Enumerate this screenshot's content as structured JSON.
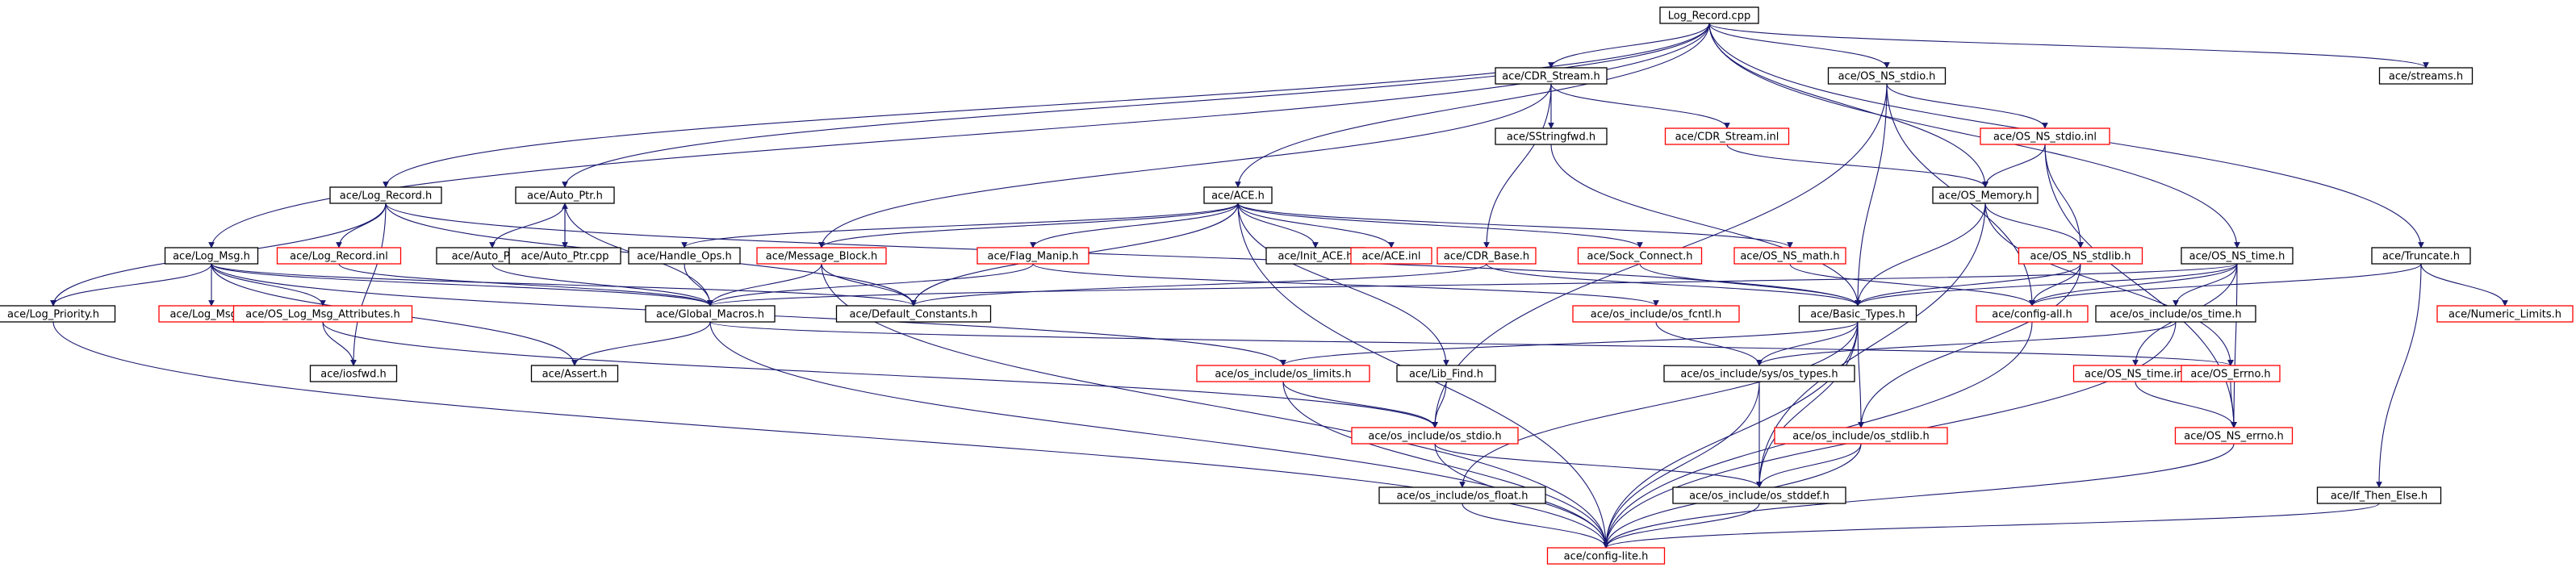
{
  "colors": {
    "edge": "#191970",
    "border_default": "#000000",
    "border_missing": "#ff0000",
    "root_fill": "#bfbfbf"
  },
  "nodes": [
    {
      "id": "root",
      "label": "Log_Record.cpp",
      "kind": "root"
    },
    {
      "id": "cdr_stream_h",
      "label": "ace/CDR_Stream.h",
      "kind": "normal"
    },
    {
      "id": "os_ns_stdio_h",
      "label": "ace/OS_NS_stdio.h",
      "kind": "normal"
    },
    {
      "id": "streams_h",
      "label": "ace/streams.h",
      "kind": "normal"
    },
    {
      "id": "sstringfwd_h",
      "label": "ace/SStringfwd.h",
      "kind": "normal"
    },
    {
      "id": "cdr_stream_inl",
      "label": "ace/CDR_Stream.inl",
      "kind": "missing"
    },
    {
      "id": "os_ns_stdio_inl",
      "label": "ace/OS_NS_stdio.inl",
      "kind": "missing"
    },
    {
      "id": "log_record_h",
      "label": "ace/Log_Record.h",
      "kind": "normal"
    },
    {
      "id": "auto_ptr_h",
      "label": "ace/Auto_Ptr.h",
      "kind": "normal"
    },
    {
      "id": "ace_h",
      "label": "ace/ACE.h",
      "kind": "normal"
    },
    {
      "id": "os_memory_h",
      "label": "ace/OS_Memory.h",
      "kind": "normal"
    },
    {
      "id": "log_msg_h",
      "label": "ace/Log_Msg.h",
      "kind": "normal"
    },
    {
      "id": "log_record_inl",
      "label": "ace/Log_Record.inl",
      "kind": "missing"
    },
    {
      "id": "auto_ptr_inl",
      "label": "ace/Auto_Ptr.inl",
      "kind": "normal"
    },
    {
      "id": "auto_ptr_cpp",
      "label": "ace/Auto_Ptr.cpp",
      "kind": "normal"
    },
    {
      "id": "handle_ops_h",
      "label": "ace/Handle_Ops.h",
      "kind": "normal"
    },
    {
      "id": "message_block_h",
      "label": "ace/Message_Block.h",
      "kind": "missing"
    },
    {
      "id": "flag_manip_h",
      "label": "ace/Flag_Manip.h",
      "kind": "missing"
    },
    {
      "id": "init_ace_h",
      "label": "ace/Init_ACE.h",
      "kind": "normal"
    },
    {
      "id": "ace_inl",
      "label": "ace/ACE.inl",
      "kind": "missing"
    },
    {
      "id": "cdr_base_h",
      "label": "ace/CDR_Base.h",
      "kind": "missing"
    },
    {
      "id": "sock_connect_h",
      "label": "ace/Sock_Connect.h",
      "kind": "missing"
    },
    {
      "id": "os_ns_math_h",
      "label": "ace/OS_NS_math.h",
      "kind": "missing"
    },
    {
      "id": "os_ns_stdlib_h",
      "label": "ace/OS_NS_stdlib.h",
      "kind": "missing"
    },
    {
      "id": "os_ns_time_h",
      "label": "ace/OS_NS_time.h",
      "kind": "normal"
    },
    {
      "id": "truncate_h",
      "label": "ace/Truncate.h",
      "kind": "normal"
    },
    {
      "id": "log_priority_h",
      "label": "ace/Log_Priority.h",
      "kind": "normal"
    },
    {
      "id": "log_msg_inl",
      "label": "ace/Log_Msg.inl",
      "kind": "missing"
    },
    {
      "id": "os_log_msg_attributes_h",
      "label": "ace/OS_Log_Msg_Attributes.h",
      "kind": "missing"
    },
    {
      "id": "global_macros_h",
      "label": "ace/Global_Macros.h",
      "kind": "normal"
    },
    {
      "id": "default_constants_h",
      "label": "ace/Default_Constants.h",
      "kind": "normal"
    },
    {
      "id": "os_include_os_fcntl_h",
      "label": "ace/os_include/os_fcntl.h",
      "kind": "missing"
    },
    {
      "id": "basic_types_h",
      "label": "ace/Basic_Types.h",
      "kind": "normal"
    },
    {
      "id": "config_all_h",
      "label": "ace/config-all.h",
      "kind": "missing"
    },
    {
      "id": "os_include_os_time_h",
      "label": "ace/os_include/os_time.h",
      "kind": "normal"
    },
    {
      "id": "numeric_limits_h",
      "label": "ace/Numeric_Limits.h",
      "kind": "missing"
    },
    {
      "id": "iosfwd_h",
      "label": "ace/iosfwd.h",
      "kind": "normal"
    },
    {
      "id": "assert_h",
      "label": "ace/Assert.h",
      "kind": "normal"
    },
    {
      "id": "os_include_os_limits_h",
      "label": "ace/os_include/os_limits.h",
      "kind": "missing"
    },
    {
      "id": "lib_find_h",
      "label": "ace/Lib_Find.h",
      "kind": "normal"
    },
    {
      "id": "os_include_sys_os_types_h",
      "label": "ace/os_include/sys/os_types.h",
      "kind": "normal"
    },
    {
      "id": "os_ns_time_inl",
      "label": "ace/OS_NS_time.inl",
      "kind": "missing"
    },
    {
      "id": "os_errno_h",
      "label": "ace/OS_Errno.h",
      "kind": "missing"
    },
    {
      "id": "os_include_os_stdio_h",
      "label": "ace/os_include/os_stdio.h",
      "kind": "missing"
    },
    {
      "id": "os_include_os_stdlib_h",
      "label": "ace/os_include/os_stdlib.h",
      "kind": "missing"
    },
    {
      "id": "os_ns_errno_h",
      "label": "ace/OS_NS_errno.h",
      "kind": "missing"
    },
    {
      "id": "os_include_os_float_h",
      "label": "ace/os_include/os_float.h",
      "kind": "normal"
    },
    {
      "id": "os_include_os_stddef_h",
      "label": "ace/os_include/os_stddef.h",
      "kind": "normal"
    },
    {
      "id": "if_then_else_h",
      "label": "ace/If_Then_Else.h",
      "kind": "normal"
    },
    {
      "id": "config_lite_h",
      "label": "ace/config-lite.h",
      "kind": "missing"
    }
  ],
  "edges": [
    [
      "root",
      "cdr_stream_h"
    ],
    [
      "root",
      "os_ns_stdio_h"
    ],
    [
      "root",
      "streams_h"
    ],
    [
      "root",
      "log_record_h"
    ],
    [
      "root",
      "auto_ptr_h"
    ],
    [
      "root",
      "ace_h"
    ],
    [
      "root",
      "os_memory_h"
    ],
    [
      "root",
      "log_msg_h"
    ],
    [
      "root",
      "os_ns_time_h"
    ],
    [
      "root",
      "truncate_h"
    ],
    [
      "cdr_stream_h",
      "sstringfwd_h"
    ],
    [
      "cdr_stream_h",
      "cdr_stream_inl"
    ],
    [
      "cdr_stream_h",
      "cdr_base_h"
    ],
    [
      "cdr_stream_h",
      "message_block_h"
    ],
    [
      "os_ns_stdio_h",
      "os_ns_stdio_inl"
    ],
    [
      "os_ns_stdio_h",
      "basic_types_h"
    ],
    [
      "os_ns_stdio_h",
      "config_all_h"
    ],
    [
      "os_ns_stdio_h",
      "os_include_os_stdio_h"
    ],
    [
      "cdr_stream_inl",
      "os_memory_h"
    ],
    [
      "sstringfwd_h",
      "basic_types_h"
    ],
    [
      "os_ns_stdio_inl",
      "os_memory_h"
    ],
    [
      "os_ns_stdio_inl",
      "os_ns_stdlib_h"
    ],
    [
      "os_ns_stdio_inl",
      "os_ns_errno_h"
    ],
    [
      "log_record_h",
      "log_priority_h"
    ],
    [
      "log_record_h",
      "log_record_inl"
    ],
    [
      "log_record_h",
      "default_constants_h"
    ],
    [
      "log_record_h",
      "basic_types_h"
    ],
    [
      "log_record_h",
      "iosfwd_h"
    ],
    [
      "auto_ptr_h",
      "auto_ptr_inl"
    ],
    [
      "auto_ptr_h",
      "auto_ptr_cpp"
    ],
    [
      "auto_ptr_h",
      "global_macros_h"
    ],
    [
      "auto_ptr_cpp",
      "auto_ptr_h"
    ],
    [
      "auto_ptr_inl",
      "global_macros_h"
    ],
    [
      "log_record_inl",
      "global_macros_h"
    ],
    [
      "ace_h",
      "handle_ops_h"
    ],
    [
      "ace_h",
      "message_block_h"
    ],
    [
      "ace_h",
      "flag_manip_h"
    ],
    [
      "ace_h",
      "init_ace_h"
    ],
    [
      "ace_h",
      "ace_inl"
    ],
    [
      "ace_h",
      "sock_connect_h"
    ],
    [
      "ace_h",
      "os_ns_math_h"
    ],
    [
      "ace_h",
      "default_constants_h"
    ],
    [
      "ace_h",
      "lib_find_h"
    ],
    [
      "ace_h",
      "config_lite_h"
    ],
    [
      "os_memory_h",
      "os_ns_stdlib_h"
    ],
    [
      "os_memory_h",
      "basic_types_h"
    ],
    [
      "os_memory_h",
      "os_errno_h"
    ],
    [
      "os_memory_h",
      "os_include_os_stddef_h"
    ],
    [
      "log_msg_h",
      "log_priority_h"
    ],
    [
      "log_msg_h",
      "log_msg_inl"
    ],
    [
      "log_msg_h",
      "os_log_msg_attributes_h"
    ],
    [
      "log_msg_h",
      "global_macros_h"
    ],
    [
      "log_msg_h",
      "default_constants_h"
    ],
    [
      "log_msg_h",
      "assert_h"
    ],
    [
      "log_msg_h",
      "os_include_os_limits_h"
    ],
    [
      "handle_ops_h",
      "global_macros_h"
    ],
    [
      "message_block_h",
      "global_macros_h"
    ],
    [
      "message_block_h",
      "default_constants_h"
    ],
    [
      "message_block_h",
      "config_lite_h"
    ],
    [
      "flag_manip_h",
      "global_macros_h"
    ],
    [
      "flag_manip_h",
      "os_include_os_fcntl_h"
    ],
    [
      "cdr_base_h",
      "basic_types_h"
    ],
    [
      "cdr_base_h",
      "default_constants_h"
    ],
    [
      "sock_connect_h",
      "basic_types_h"
    ],
    [
      "os_ns_math_h",
      "config_all_h"
    ],
    [
      "os_ns_stdlib_h",
      "basic_types_h"
    ],
    [
      "os_ns_stdlib_h",
      "config_all_h"
    ],
    [
      "os_ns_stdlib_h",
      "os_include_os_stdlib_h"
    ],
    [
      "os_ns_time_h",
      "config_all_h"
    ],
    [
      "os_ns_time_h",
      "os_include_os_time_h"
    ],
    [
      "os_ns_time_h",
      "basic_types_h"
    ],
    [
      "os_ns_time_h",
      "os_ns_time_inl"
    ],
    [
      "os_ns_time_h",
      "os_ns_errno_h"
    ],
    [
      "os_ns_time_h",
      "global_macros_h"
    ],
    [
      "truncate_h",
      "numeric_limits_h"
    ],
    [
      "truncate_h",
      "if_then_else_h"
    ],
    [
      "truncate_h",
      "config_all_h"
    ],
    [
      "log_priority_h",
      "config_lite_h"
    ],
    [
      "os_log_msg_attributes_h",
      "iosfwd_h"
    ],
    [
      "os_log_msg_attributes_h",
      "os_include_os_stdio_h"
    ],
    [
      "global_macros_h",
      "assert_h"
    ],
    [
      "global_macros_h",
      "os_errno_h"
    ],
    [
      "global_macros_h",
      "config_lite_h"
    ],
    [
      "os_include_os_fcntl_h",
      "os_include_sys_os_types_h"
    ],
    [
      "basic_types_h",
      "os_include_os_limits_h"
    ],
    [
      "basic_types_h",
      "os_include_sys_os_types_h"
    ],
    [
      "basic_types_h",
      "os_include_os_float_h"
    ],
    [
      "basic_types_h",
      "os_include_os_stdlib_h"
    ],
    [
      "basic_types_h",
      "os_include_os_stddef_h"
    ],
    [
      "basic_types_h",
      "config_lite_h"
    ],
    [
      "config_all_h",
      "config_lite_h"
    ],
    [
      "os_include_os_time_h",
      "os_include_sys_os_types_h"
    ],
    [
      "os_include_os_time_h",
      "config_lite_h"
    ],
    [
      "os_include_os_limits_h",
      "os_include_os_stdio_h"
    ],
    [
      "os_include_os_limits_h",
      "config_lite_h"
    ],
    [
      "lib_find_h",
      "os_include_os_stdio_h"
    ],
    [
      "os_include_sys_os_types_h",
      "os_include_os_stddef_h"
    ],
    [
      "os_include_sys_os_types_h",
      "config_lite_h"
    ],
    [
      "os_ns_time_inl",
      "os_ns_errno_h"
    ],
    [
      "os_errno_h",
      "os_ns_errno_h"
    ],
    [
      "os_include_os_stdio_h",
      "os_include_os_stddef_h"
    ],
    [
      "os_include_os_stdio_h",
      "config_lite_h"
    ],
    [
      "os_include_os_stdlib_h",
      "os_include_os_stddef_h"
    ],
    [
      "os_include_os_stdlib_h",
      "config_lite_h"
    ],
    [
      "os_ns_errno_h",
      "config_lite_h"
    ],
    [
      "os_include_os_float_h",
      "config_lite_h"
    ],
    [
      "os_include_os_stddef_h",
      "config_lite_h"
    ],
    [
      "if_then_else_h",
      "config_lite_h"
    ]
  ]
}
